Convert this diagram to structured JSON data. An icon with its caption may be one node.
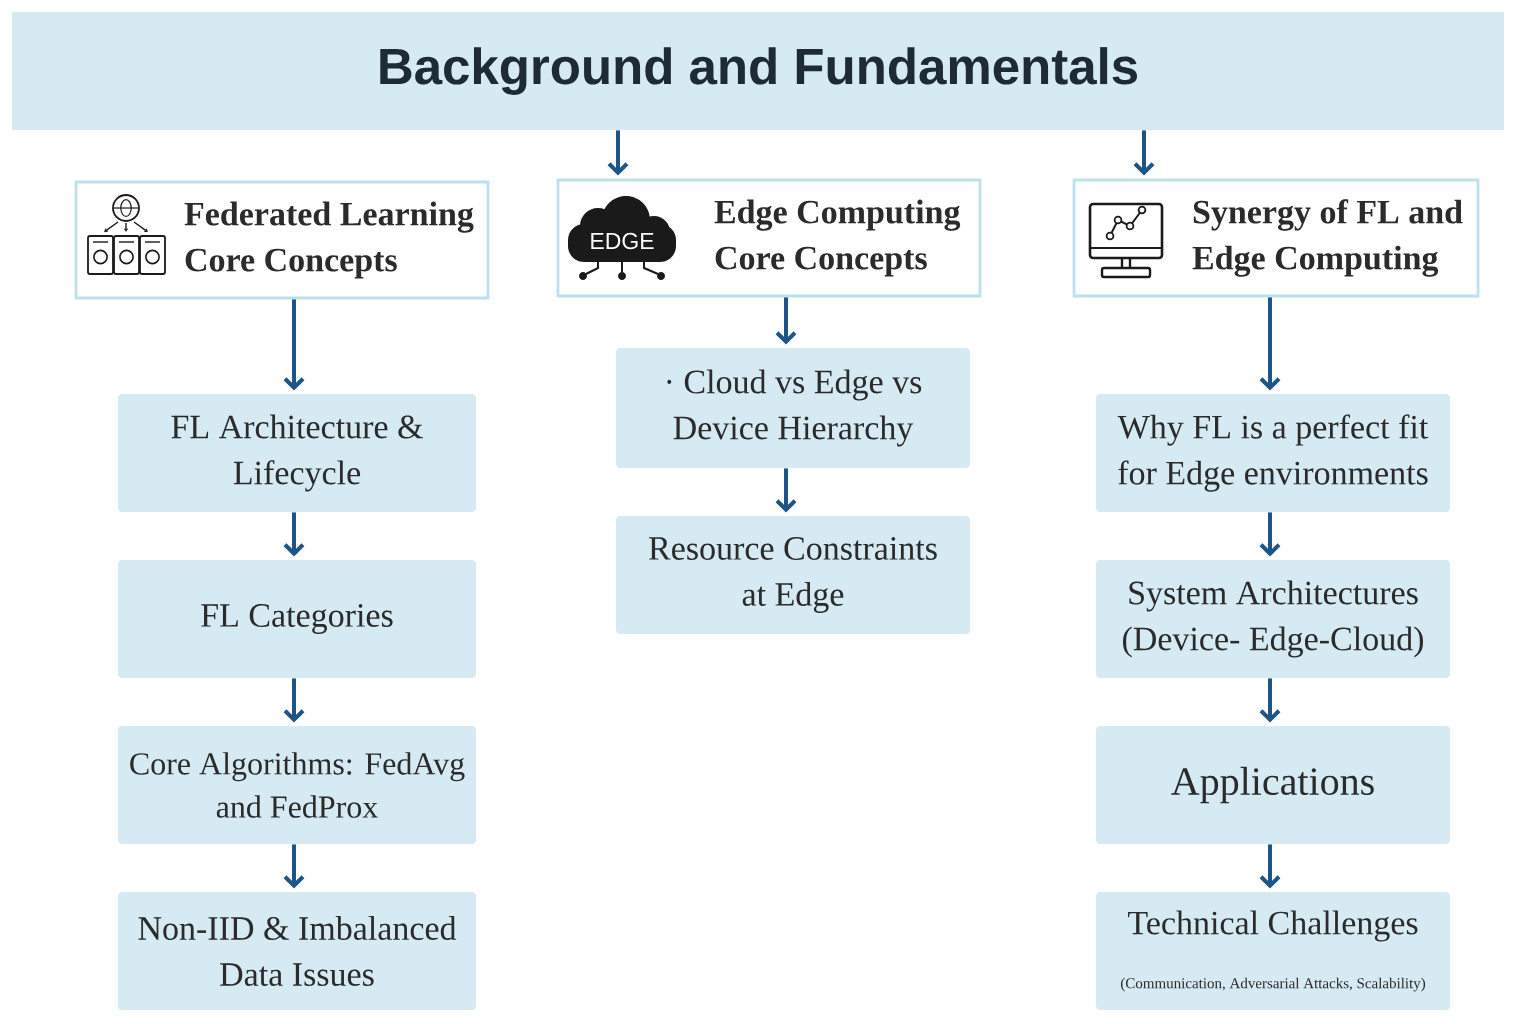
{
  "diagram": {
    "nodes": [
      {
        "text": [
          "Background and Fundamentals"
        ]
      },
      {
        "text": [
          "Federated Learning Core Concepts"
        ]
      },
      {
        "text": [
          "Edge Computing Core Concepts"
        ]
      },
      {
        "text": [
          "Synergy of FL and Edge Computing"
        ]
      },
      {
        "text": [
          "FL Architecture & Lifecycle"
        ]
      },
      {
        "text": [
          "FL Categories"
        ]
      },
      {
        "text": [
          "Core Algorithms: FedAvg and FedProx"
        ]
      },
      {
        "text": [
          "Non-IID & Imbalanced Data Issues"
        ]
      },
      {
        "text": [
          "· Cloud vs Edge vs Device Hierarchy"
        ]
      },
      {
        "text": [
          "Resource Constraints at Edge"
        ]
      },
      {
        "text": [
          "Why FL is a perfect fit for Edge environments"
        ]
      },
      {
        "text": [
          "System Architectures (Device- Edge-Cloud)"
        ]
      },
      {
        "text": [
          "Applications"
        ]
      },
      {
        "text": [
          "Technical Challenges",
          "(Communication, Adversarial Attacks, Scalability)"
        ]
      }
    ],
    "edges": [
      {
        "from": 0,
        "to": 2,
        "arrow": "to"
      },
      {
        "from": 0,
        "to": 3,
        "arrow": "to"
      },
      {
        "from": 1,
        "to": 4,
        "arrow": "to"
      },
      {
        "from": 4,
        "to": 5,
        "arrow": "to"
      },
      {
        "from": 5,
        "to": 6,
        "arrow": "to"
      },
      {
        "from": 6,
        "to": 7,
        "arrow": "to"
      },
      {
        "from": 2,
        "to": 8,
        "arrow": "to"
      },
      {
        "from": 8,
        "to": 9,
        "arrow": "to"
      },
      {
        "from": 3,
        "to": 10,
        "arrow": "to"
      },
      {
        "from": 10,
        "to": 11,
        "arrow": "to"
      },
      {
        "from": 11,
        "to": 12,
        "arrow": "to"
      },
      {
        "from": 12,
        "to": 13,
        "arrow": "to"
      }
    ],
    "labels": [
      "EDGE"
    ]
  }
}
